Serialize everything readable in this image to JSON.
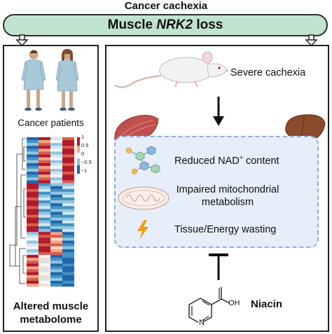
{
  "header": {
    "title": "Cancer cachexia",
    "banner_prefix": "Muscle ",
    "banner_gene": "NRK2",
    "banner_suffix": " loss"
  },
  "left_panel": {
    "patients_label": "Cancer patients",
    "legend_ticks": [
      "1",
      "0.5",
      "0",
      "−0.5",
      "−1"
    ],
    "heatmap_caption_line1": "Altered muscle",
    "heatmap_caption_line2": "metabolome"
  },
  "right_panel": {
    "mouse_label": "Severe cachexia",
    "effects": [
      {
        "icon": "molecule-network-icon",
        "text_main": "Reduced NAD",
        "text_sup": "+",
        "text_end": " content"
      },
      {
        "icon": "mitochondria-icon",
        "line1": "Impaired mitochondrial",
        "line2": "metabolism"
      },
      {
        "icon": "lightning-bolt-icon",
        "text": "Tissue/Energy wasting"
      }
    ],
    "compound_atom": "OH",
    "compound_ring_atom": "N",
    "compound_name": "Niacin"
  },
  "colors": {
    "banner_fill": "#bfe3cf",
    "effects_box_fill": "#e6eef9",
    "effects_box_border": "#8fb0d8",
    "heatmap_red": "#b2182b",
    "heatmap_blue": "#2166ac",
    "bolt": "#f39c12"
  }
}
